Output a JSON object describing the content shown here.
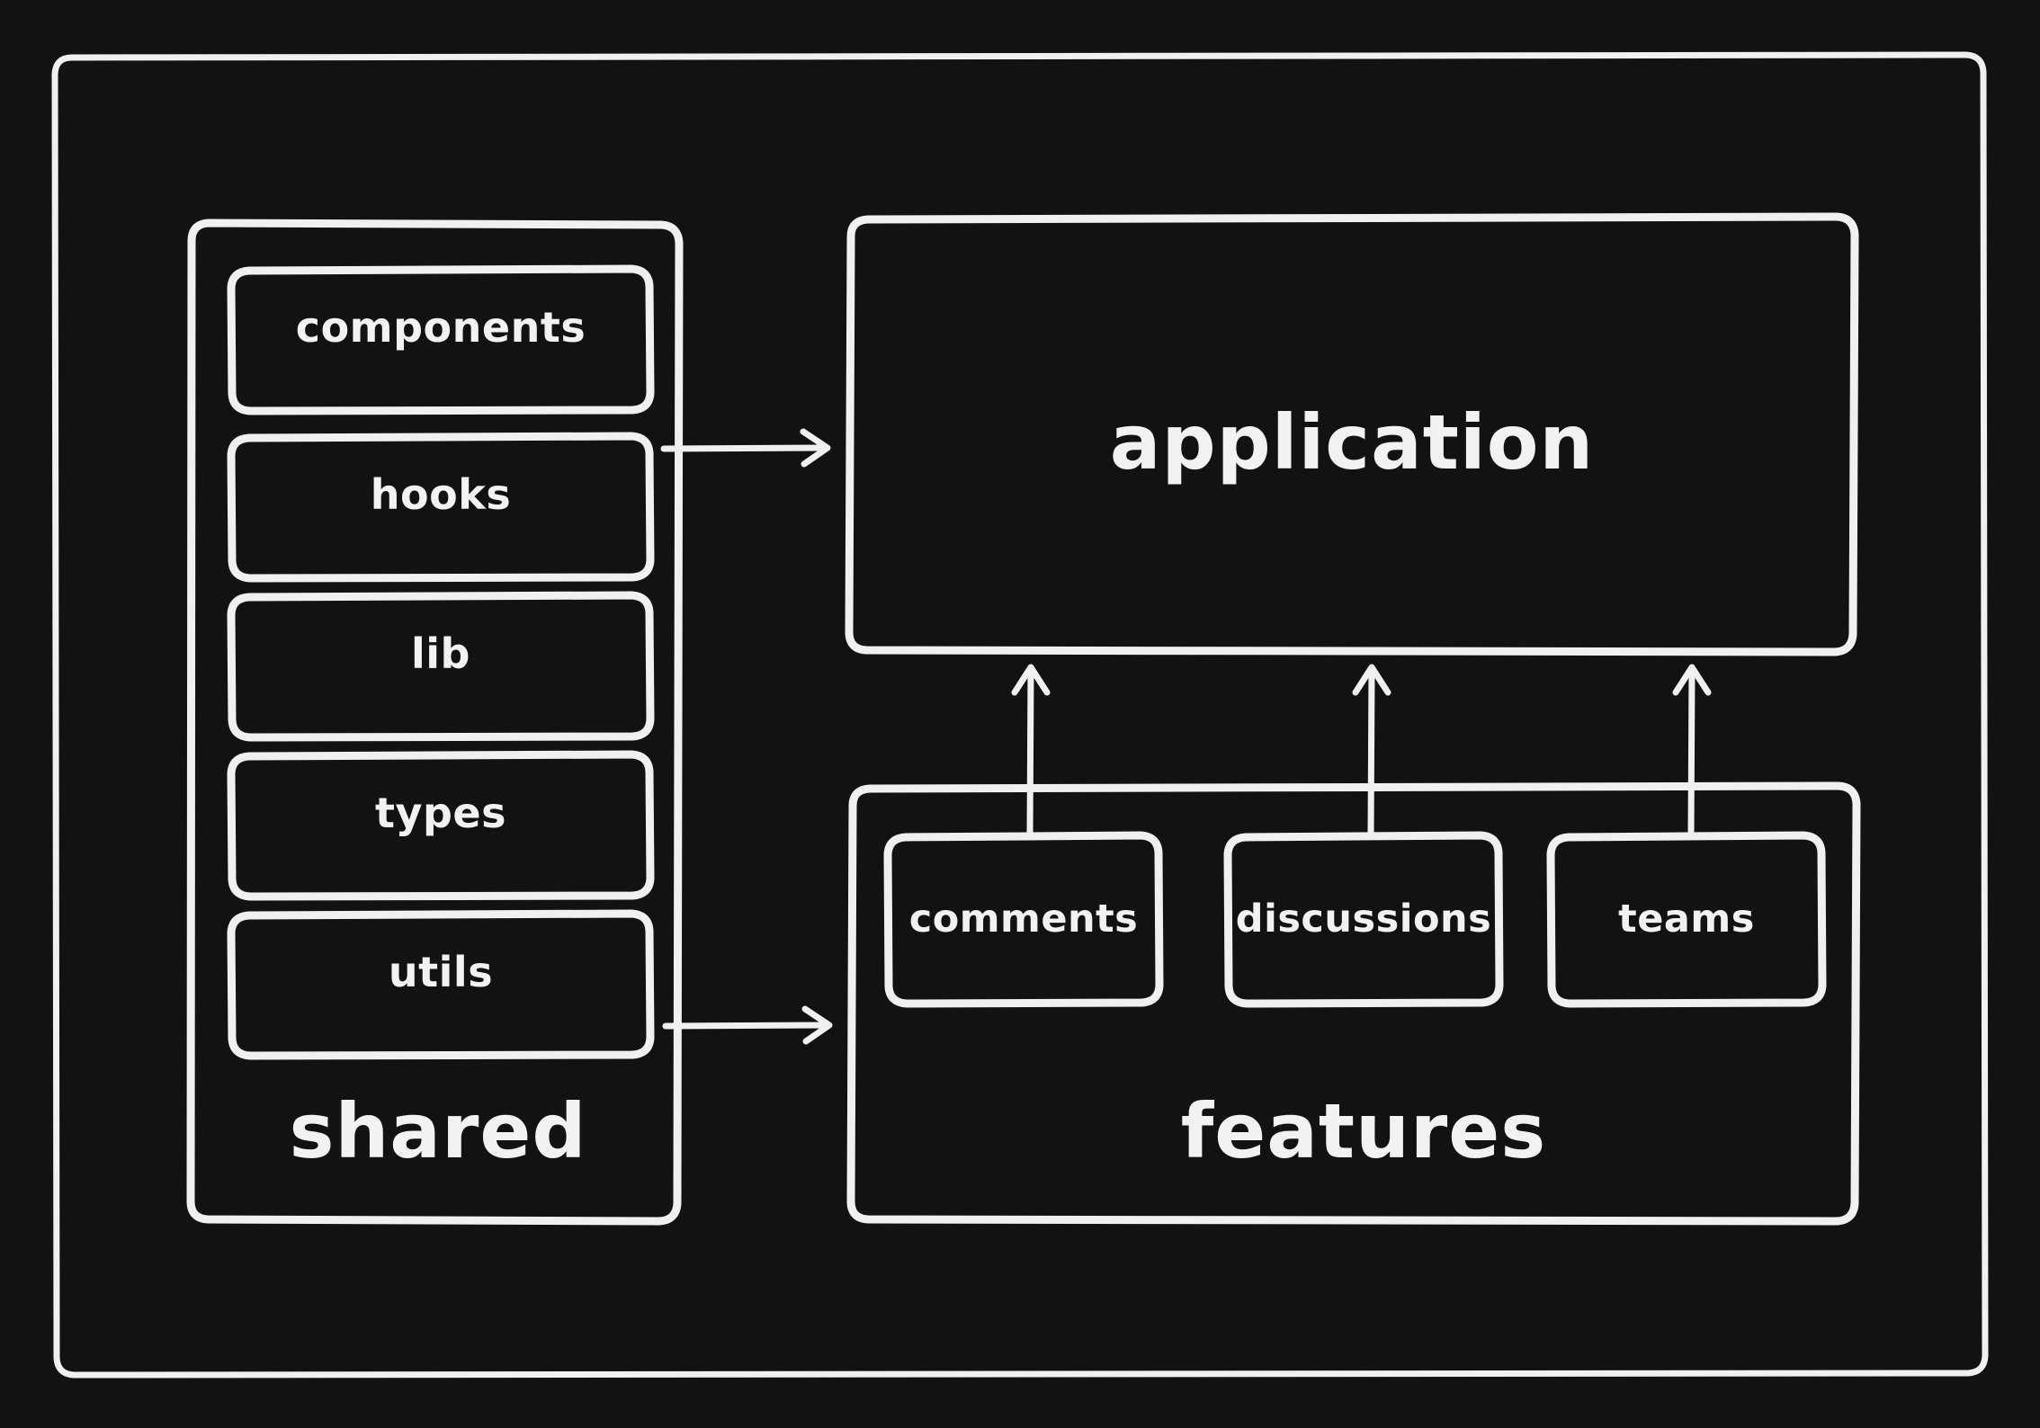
{
  "diagram": {
    "title": "application architecture",
    "background_color": "#121212",
    "stroke_color": "#f0f0ee",
    "text_color": "#f2f2f0",
    "style": "hand-drawn"
  },
  "frame": {
    "name": "outer-frame"
  },
  "shared_group": {
    "label": "shared",
    "items": [
      {
        "label": "components"
      },
      {
        "label": "hooks"
      },
      {
        "label": "lib"
      },
      {
        "label": "types"
      },
      {
        "label": "utils"
      }
    ]
  },
  "application_box": {
    "label": "application"
  },
  "features_group": {
    "label": "features",
    "items": [
      {
        "label": "comments"
      },
      {
        "label": "discussions"
      },
      {
        "label": "teams"
      }
    ]
  },
  "arrows": [
    {
      "name": "shared-to-application",
      "from": "shared",
      "to": "application",
      "direction": "right"
    },
    {
      "name": "shared-to-features",
      "from": "shared",
      "to": "features",
      "direction": "right"
    },
    {
      "name": "comments-to-application",
      "from": "comments",
      "to": "application",
      "direction": "up"
    },
    {
      "name": "discussions-to-application",
      "from": "discussions",
      "to": "application",
      "direction": "up"
    },
    {
      "name": "teams-to-application",
      "from": "teams",
      "to": "application",
      "direction": "up"
    }
  ]
}
